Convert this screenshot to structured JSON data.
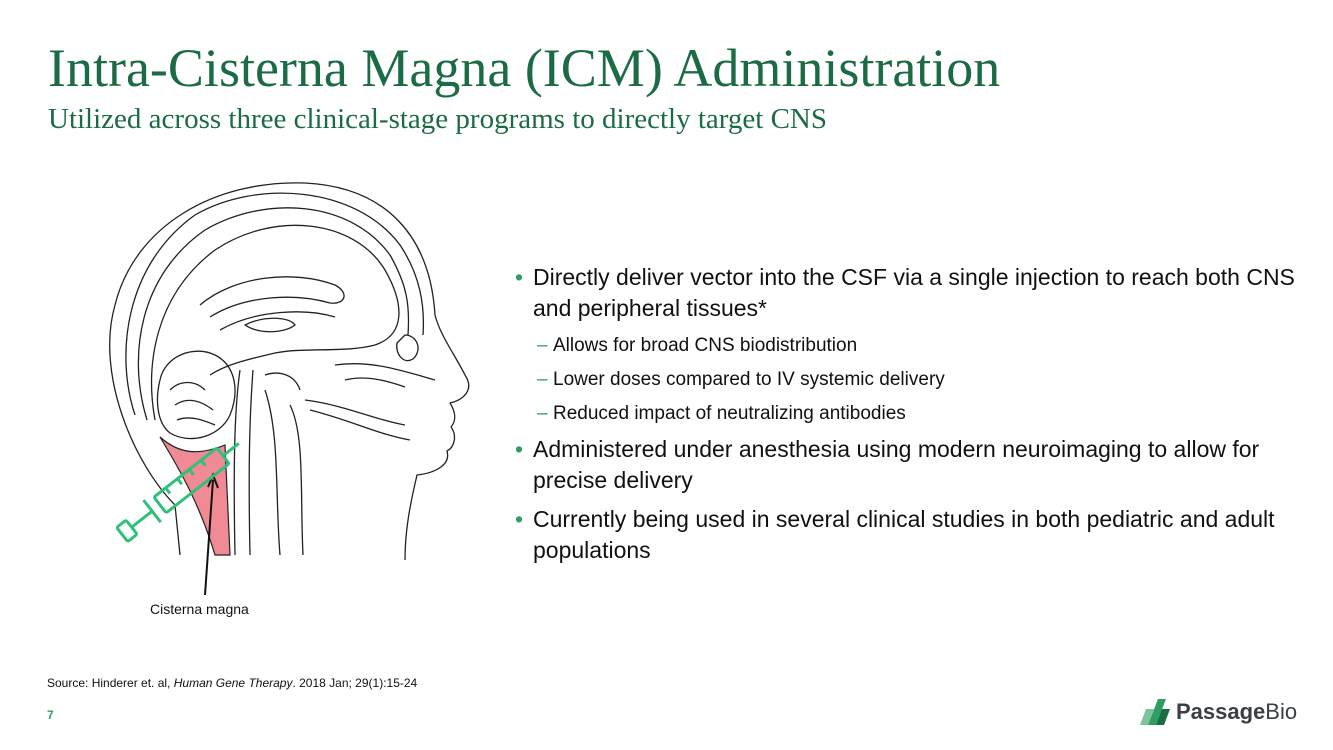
{
  "header": {
    "title": "Intra-Cisterna Magna (ICM) Administration",
    "subtitle": "Utilized across three clinical-stage programs to directly target CNS"
  },
  "illustration": {
    "label": "Cisterna magna",
    "icons": [
      "head-anatomy-illustration",
      "syringe-icon"
    ],
    "colors": {
      "cisterna_fill": "#f08a94",
      "syringe": "#2fc07a"
    }
  },
  "bullets": [
    {
      "text": "Directly deliver vector into the CSF via a single injection to reach both CNS and peripheral tissues*",
      "subs": [
        "Allows for broad CNS biodistribution",
        "Lower doses compared to IV systemic delivery",
        "Reduced impact of neutralizing antibodies"
      ]
    },
    {
      "text": "Administered under anesthesia using modern neuroimaging to allow for precise delivery"
    },
    {
      "text": "Currently being used in several clinical studies in both pediatric and adult populations"
    }
  ],
  "footer": {
    "source_prefix": "Source:  Hinderer et. al, ",
    "source_journal": "Human Gene Therapy",
    "source_suffix": ". 2018 Jan; 29(1):15-24",
    "page_number": "7",
    "logo_part1": "Passage",
    "logo_part2": "Bio"
  },
  "colors": {
    "title_green": "#1b6c44",
    "accent_green": "#2f9e64"
  }
}
